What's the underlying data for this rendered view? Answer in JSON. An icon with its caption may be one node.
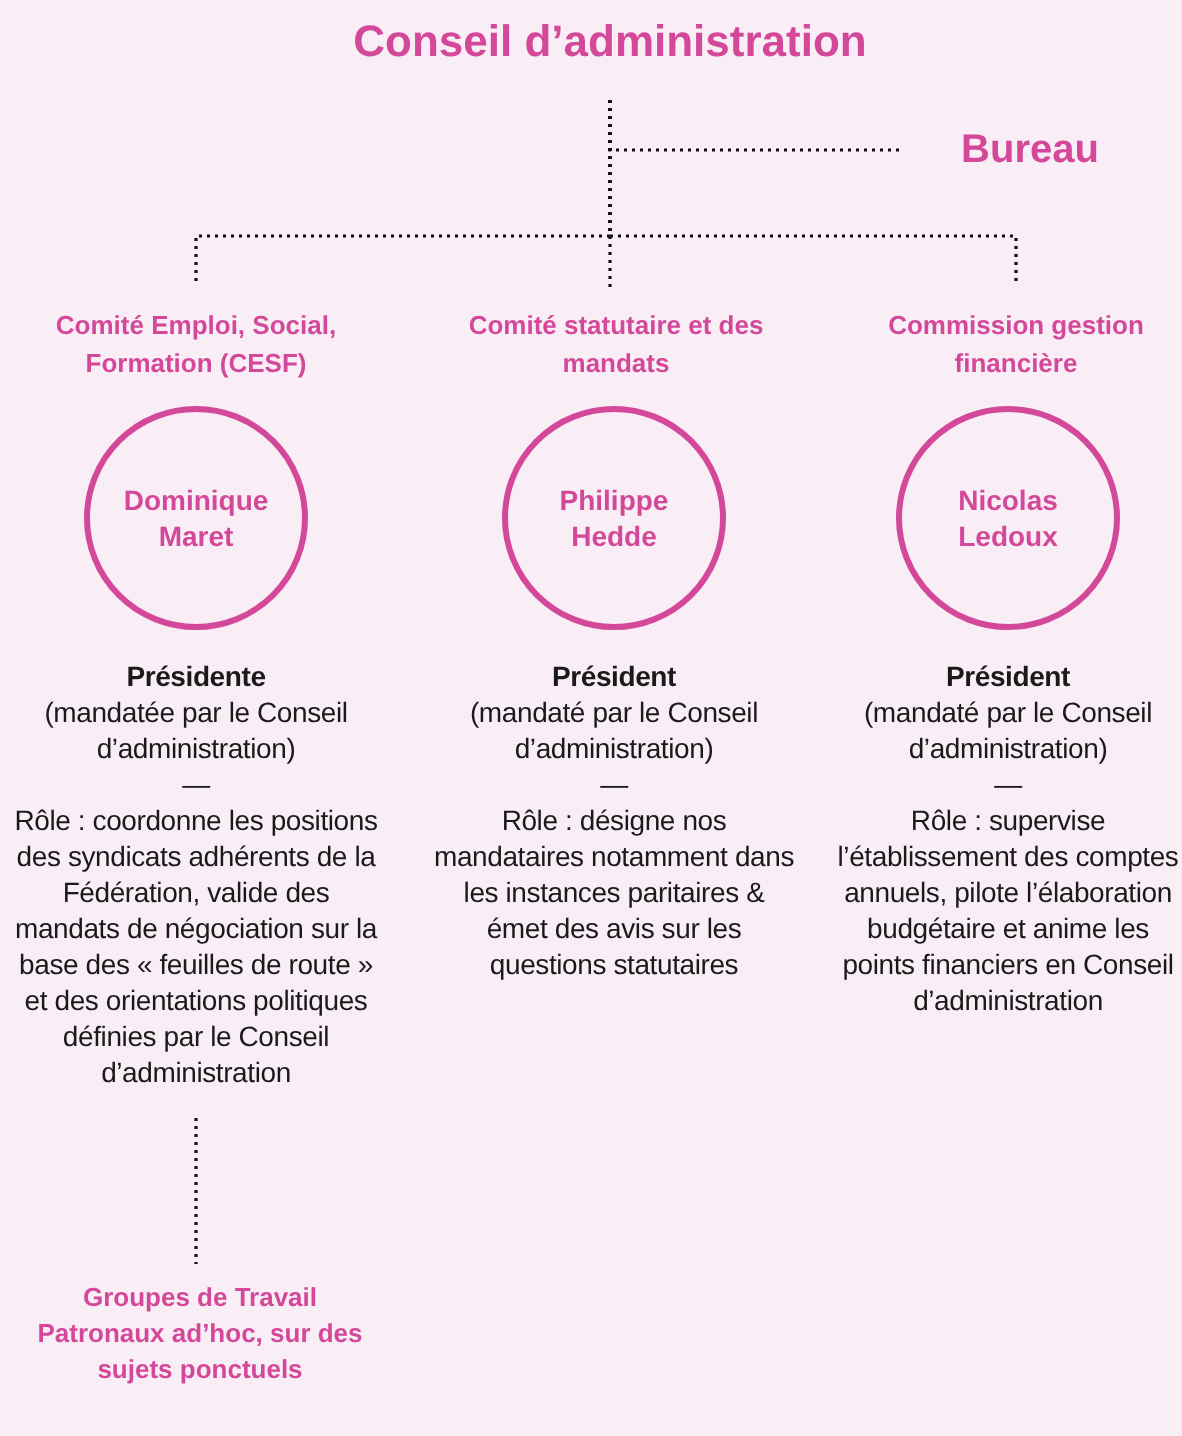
{
  "diagram": {
    "nodes": [
      {
        "text": [
          "Conseil d’administration"
        ]
      },
      {
        "text": [
          "Bureau"
        ]
      },
      {
        "text": [
          "Comité Emploi, Social, Formation (CESF)"
        ]
      },
      {
        "text": [
          "Comité statutaire et des mandats"
        ]
      },
      {
        "text": [
          "Commission gestion financière"
        ]
      },
      {
        "text": [
          "Dominique Maret"
        ],
        "beside": [
          "Présidente",
          "(mandatée par le Conseil d’administration)",
          "—",
          "Rôle : coordonne les positions des syndicats adhérents de la Fédération, valide des mandats de négociation sur la base des « feuilles de route » et des orientations politiques définies par le Conseil d’administration"
        ]
      },
      {
        "text": [
          "Philippe Hedde"
        ],
        "beside": [
          "Président",
          "(mandaté par le Conseil d’administration)",
          "—",
          "Rôle : désigne nos mandataires notamment dans les instances paritaires & émet des avis sur les questions statutaires"
        ]
      },
      {
        "text": [
          "Nicolas Ledoux"
        ],
        "beside": [
          "Président",
          "(mandaté par le Conseil d’administration)",
          "—",
          "Rôle : supervise l’établissement des comptes annuels, pilote l’élaboration budgétaire et anime les points financiers en Conseil d’administration"
        ]
      },
      {
        "text": [
          "Groupes de Travail Patronaux ad’hoc, sur des sujets ponctuels"
        ]
      }
    ],
    "edges": [
      {
        "from": 0,
        "to": 1,
        "arrow": "none",
        "style": "dashed"
      },
      {
        "from": 0,
        "to": 2,
        "arrow": "none",
        "style": "dashed"
      },
      {
        "from": 0,
        "to": 3,
        "arrow": "none",
        "style": "dashed"
      },
      {
        "from": 0,
        "to": 4,
        "arrow": "none",
        "style": "dashed"
      },
      {
        "from": 5,
        "to": 8,
        "arrow": "none",
        "style": "dashed"
      }
    ]
  }
}
